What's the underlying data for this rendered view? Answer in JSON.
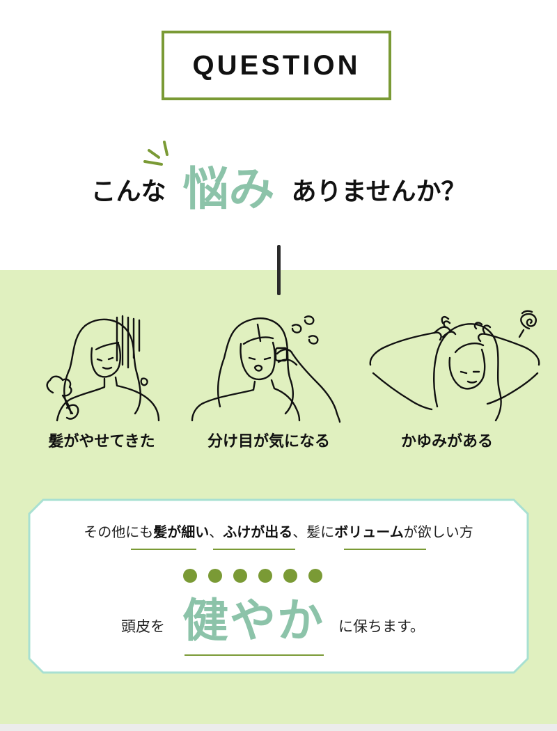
{
  "header": {
    "title": "QUESTION"
  },
  "headline": {
    "pre": "こんな",
    "emphasis": "悩み",
    "post": "ありませんか？"
  },
  "concerns": [
    {
      "label": "髪がやせてきた",
      "icon": "woman-thinning-hair-icon"
    },
    {
      "label": "分け目が気になる",
      "icon": "woman-touching-part-icon"
    },
    {
      "label": "かゆみがある",
      "icon": "woman-scratching-head-icon"
    }
  ],
  "card": {
    "line1": {
      "t1": "その他にも",
      "b1": "髪が細い",
      "t2": "、",
      "b2": "ふけが出る",
      "t3": "、髪に",
      "b3": "ボリューム",
      "t4": "が欲しい方"
    },
    "line2": {
      "left": "頭皮を",
      "emphasis": "健やか",
      "right": "に保ちます。"
    },
    "dot_count": 6
  },
  "colors": {
    "accent_green": "#7a9a35",
    "mint": "#8cc3a9",
    "background_green": "#e0f0bf",
    "card_border": "#a8e0d2"
  }
}
